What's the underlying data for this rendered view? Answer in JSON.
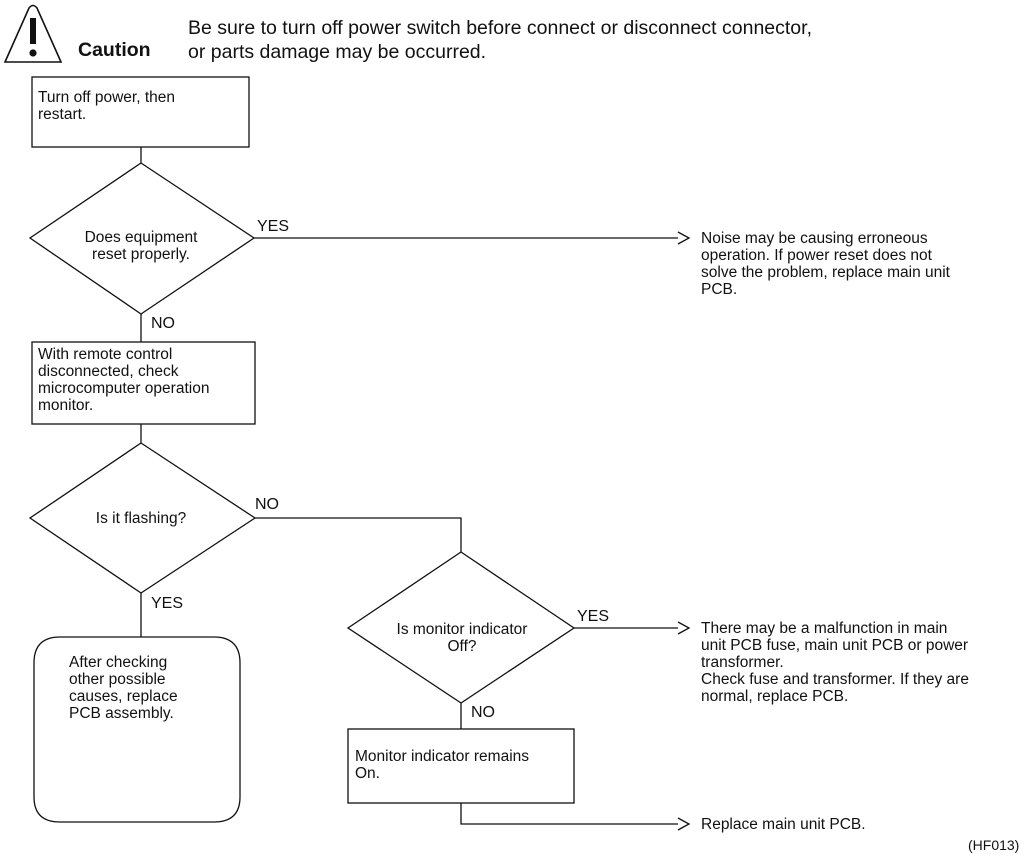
{
  "caution": {
    "label": "Caution",
    "message": "Be sure to turn off power switch before connect or disconnect connector,\nor parts damage may be occurred."
  },
  "steps": {
    "restart": "Turn off power, then\nrestart.",
    "reset_question": "Does equipment\nreset properly.",
    "check_monitor": "With remote control\ndisconnected, check\nmicrocomputer operation\nmonitor.",
    "flashing_question": "Is it flashing?",
    "replace_assembly": "After checking\nother possible\ncauses, replace\nPCB assembly.",
    "indicator_question": "Is monitor indicator\nOff?",
    "indicator_remains": "Monitor indicator remains\nOn."
  },
  "results": {
    "noise": "Noise may be causing erroneous\noperation.  If power reset does not\nsolve the problem, replace main unit\nPCB.",
    "fuse": "There may be a malfunction in main\nunit PCB fuse, main unit PCB or power\ntransformer.\nCheck fuse and transformer.  If they are\nnormal, replace PCB.",
    "replace_main": "Replace main unit PCB."
  },
  "branches": {
    "yes": "YES",
    "no": "NO"
  },
  "figure_id": "(HF013)"
}
